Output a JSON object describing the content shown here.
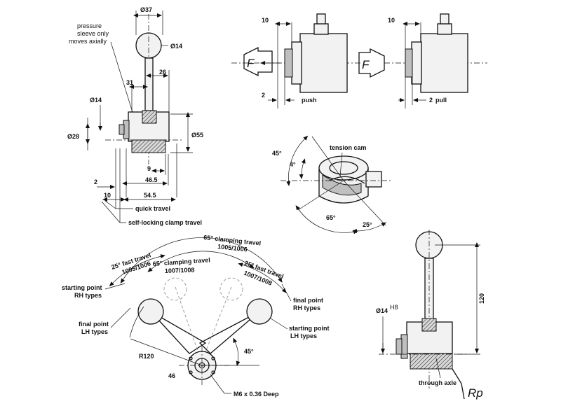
{
  "side_view": {
    "d37": "Ø37",
    "pressure_note_1": "pressure",
    "pressure_note_2": "sleeve only",
    "pressure_note_3": "moves axially",
    "d14_ball": "Ø14",
    "dim_26": "26",
    "dim_31": "31",
    "d14_side": "Ø14",
    "d28": "Ø28",
    "d55": "Ø55",
    "dim_9": "9",
    "dim_46_5": "46.5",
    "dim_2": "2",
    "dim_10": "10",
    "dim_54_5": "54.5",
    "quick_travel": "quick travel",
    "self_locking": "self-locking clamp travel"
  },
  "push_view": {
    "dim_10": "10",
    "dim_2": "2",
    "label": "push",
    "force": "F"
  },
  "pull_view": {
    "dim_10": "10",
    "dim_2": "2",
    "label": "pull",
    "force": "F"
  },
  "cam_view": {
    "tension_cam": "tension cam",
    "a45": "45°",
    "a4": "4°",
    "a65": "65°",
    "a25": "25°"
  },
  "arc_view": {
    "clamp65_top_1": "65° clamping travel",
    "clamp65_top_2": "1005/1006",
    "fast25_left_1": "25° fast travel",
    "fast25_left_2": "1005/1006",
    "clamp65_mid_1": "65° clamping travel",
    "clamp65_mid_2": "1007/1008",
    "fast25_right_1": "25° fast travel",
    "fast25_right_2": "1007/1008",
    "start_rh_1": "starting point",
    "start_rh_2": "RH types",
    "final_lh_1": "final point",
    "final_lh_2": "LH types",
    "final_rh_1": "final point",
    "final_rh_2": "RH types",
    "start_lh_1": "starting point",
    "start_lh_2": "LH types",
    "r120": "R120",
    "a45": "45°",
    "d46": "46",
    "thread": "M6 x 0.36 Deep"
  },
  "axle_view": {
    "d14h8": "Ø14",
    "h8": "H8",
    "dim_120": "120",
    "through_axle": "through axle",
    "rp": "Rp"
  }
}
